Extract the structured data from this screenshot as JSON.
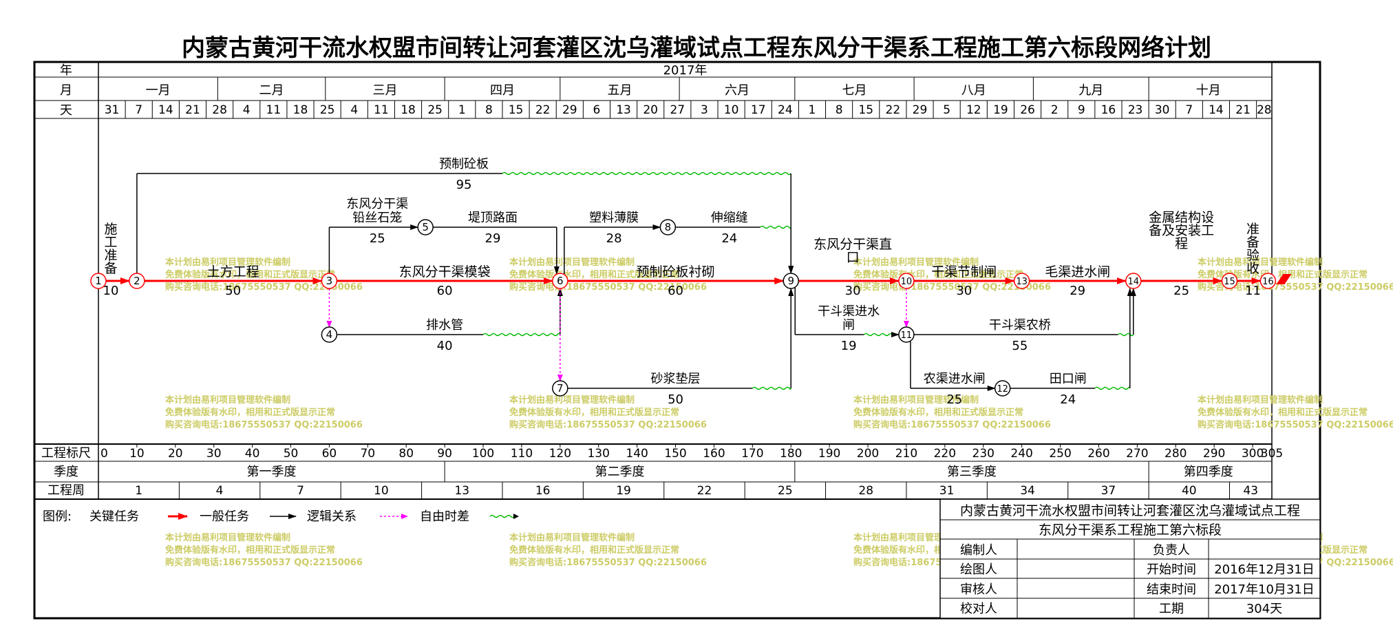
{
  "title": "内蒙古黄河干流水权盟市间转让河套灌区沈乌灌域试点工程东风分干渠系工程施工第六标段网络计划",
  "header": {
    "year_label": "年",
    "month_label": "月",
    "day_label": "天",
    "year": "2017年",
    "months": [
      {
        "label": "一月",
        "start": 0,
        "end": 31
      },
      {
        "label": "二月",
        "start": 31,
        "end": 59
      },
      {
        "label": "三月",
        "start": 59,
        "end": 90
      },
      {
        "label": "四月",
        "start": 90,
        "end": 120
      },
      {
        "label": "五月",
        "start": 120,
        "end": 151
      },
      {
        "label": "六月",
        "start": 151,
        "end": 181
      },
      {
        "label": "七月",
        "start": 181,
        "end": 212
      },
      {
        "label": "八月",
        "start": 212,
        "end": 243
      },
      {
        "label": "九月",
        "start": 243,
        "end": 273
      },
      {
        "label": "十月",
        "start": 273,
        "end": 304
      }
    ],
    "days": [
      "31",
      "7",
      "14",
      "21",
      "28",
      "4",
      "11",
      "18",
      "25",
      "4",
      "11",
      "18",
      "25",
      "1",
      "8",
      "15",
      "22",
      "29",
      "6",
      "13",
      "20",
      "27",
      "3",
      "10",
      "17",
      "24",
      "1",
      "8",
      "15",
      "22",
      "29",
      "5",
      "12",
      "19",
      "26",
      "2",
      "9",
      "16",
      "23",
      "30",
      "7",
      "14",
      "21",
      "28"
    ]
  },
  "scale": {
    "label": "工程标尺",
    "ticks": [
      "0",
      "10",
      "20",
      "30",
      "40",
      "50",
      "60",
      "70",
      "80",
      "90",
      "100",
      "110",
      "120",
      "130",
      "140",
      "150",
      "160",
      "170",
      "180",
      "190",
      "200",
      "210",
      "220",
      "230",
      "240",
      "250",
      "260",
      "270",
      "280",
      "290",
      "300",
      "305"
    ]
  },
  "quarters": {
    "label": "季度",
    "items": [
      {
        "label": "第一季度",
        "start": 0,
        "end": 90
      },
      {
        "label": "第二季度",
        "start": 90,
        "end": 181
      },
      {
        "label": "第三季度",
        "start": 181,
        "end": 273
      },
      {
        "label": "第四季度",
        "start": 273,
        "end": 304
      }
    ]
  },
  "weeks": {
    "label": "工程周",
    "items": [
      "1",
      "4",
      "7",
      "10",
      "13",
      "16",
      "19",
      "22",
      "25",
      "28",
      "31",
      "34",
      "37",
      "40",
      "43"
    ]
  },
  "nodes": [
    {
      "id": "1",
      "day": 0,
      "row": "main",
      "critical": true
    },
    {
      "id": "2",
      "day": 10,
      "row": "main",
      "critical": true
    },
    {
      "id": "3",
      "day": 60,
      "row": "main",
      "critical": true
    },
    {
      "id": "4",
      "day": 60,
      "row": "low",
      "critical": false
    },
    {
      "id": "5",
      "day": 85,
      "row": "upper",
      "critical": false
    },
    {
      "id": "6",
      "day": 120,
      "row": "main",
      "critical": true
    },
    {
      "id": "7",
      "day": 120,
      "row": "bottom",
      "critical": false
    },
    {
      "id": "8",
      "day": 148,
      "row": "upper",
      "critical": false
    },
    {
      "id": "9",
      "day": 180,
      "row": "main",
      "critical": false
    },
    {
      "id": "10",
      "day": 210,
      "row": "main",
      "critical": true
    },
    {
      "id": "11",
      "day": 210,
      "row": "low",
      "critical": false
    },
    {
      "id": "12",
      "day": 235,
      "row": "bottom",
      "critical": false
    },
    {
      "id": "13",
      "day": 240,
      "row": "main",
      "critical": true
    },
    {
      "id": "14",
      "day": 269,
      "row": "main",
      "critical": true
    },
    {
      "id": "15",
      "day": 294,
      "row": "main",
      "critical": true
    },
    {
      "id": "16",
      "day": 304,
      "row": "main",
      "critical": true
    }
  ],
  "activities": [
    {
      "name": "施\n工\n准\n备",
      "duration": "10",
      "from": "1",
      "to": "2",
      "critical": true
    },
    {
      "name": "土方工程",
      "duration": "50",
      "from": "2",
      "to": "3",
      "critical": true
    },
    {
      "name": "东风分干渠模袋",
      "duration": "60",
      "from": "3",
      "to": "6",
      "critical": true
    },
    {
      "name": "预制砼板衬砌",
      "duration": "60",
      "from": "6",
      "to": "9",
      "critical": true
    },
    {
      "name": "东风分干渠直\n口",
      "duration": "30",
      "from": "9",
      "to": "10",
      "critical": true
    },
    {
      "name": "干渠节制闸",
      "duration": "30",
      "from": "10",
      "to": "13",
      "critical": true
    },
    {
      "name": "毛渠进水闸",
      "duration": "29",
      "from": "13",
      "to": "14",
      "critical": true
    },
    {
      "name": "金属结构设\n备及安装工\n程",
      "duration": "25",
      "from": "14",
      "to": "15",
      "critical": true
    },
    {
      "name": "准\n备\n验\n收",
      "duration": "11",
      "from": "15",
      "to": "16",
      "critical": true
    },
    {
      "name": "预制砼板",
      "duration": "95",
      "from": "2",
      "to": "9",
      "critical": false
    },
    {
      "name": "东风分干渠\n铅丝石笼",
      "duration": "25",
      "from": "3",
      "to": "5",
      "critical": false
    },
    {
      "name": "堤顶路面",
      "duration": "29",
      "from": "5",
      "to": "6",
      "critical": false
    },
    {
      "name": "塑料薄膜",
      "duration": "28",
      "from": "6",
      "to": "8",
      "critical": false
    },
    {
      "name": "伸缩缝",
      "duration": "24",
      "from": "8",
      "to": "9",
      "critical": false
    },
    {
      "name": "排水管",
      "duration": "40",
      "from": "4",
      "to": "6",
      "critical": false
    },
    {
      "name": "砂浆垫层",
      "duration": "50",
      "from": "7",
      "to": "9",
      "critical": false
    },
    {
      "name": "干斗渠进水\n闸",
      "duration": "19",
      "from": "9",
      "to": "11",
      "critical": false
    },
    {
      "name": "干斗渠农桥",
      "duration": "55",
      "from": "11",
      "to": "14",
      "critical": false
    },
    {
      "name": "农渠进水闸",
      "duration": "25",
      "from": "11",
      "to": "12",
      "critical": false
    },
    {
      "name": "田口闸",
      "duration": "24",
      "from": "12",
      "to": "14",
      "critical": false
    }
  ],
  "watermark": {
    "line1": "本计划由易利项目管理软件编制",
    "line2": "免费体验版有水印，相用和正式版显示正常",
    "line3": "购买咨询电话:18675550537 QQ:22150066"
  },
  "legend": {
    "label": "图例:",
    "critical": "关键任务",
    "normal": "一般任务",
    "logic": "逻辑关系",
    "float": "自由时差"
  },
  "colors": {
    "critical": "#ff0000",
    "logic": "#ff00ff",
    "float": "#00bb00",
    "watermark": "#cccc66"
  },
  "infobox": {
    "project": "内蒙古黄河干流水权盟市间转让河套灌区沈乌灌域试点工程",
    "section": "东风分干渠系工程施工第六标段",
    "editor_label": "编制人",
    "drawer_label": "绘图人",
    "reviewer_label": "审核人",
    "checker_label": "校对人",
    "manager_label": "负责人",
    "start_label": "开始时间",
    "start_value": "2016年12月31日",
    "end_label": "结束时间",
    "end_value": "2017年10月31日",
    "duration_label": "工期",
    "duration_value": "304天"
  }
}
